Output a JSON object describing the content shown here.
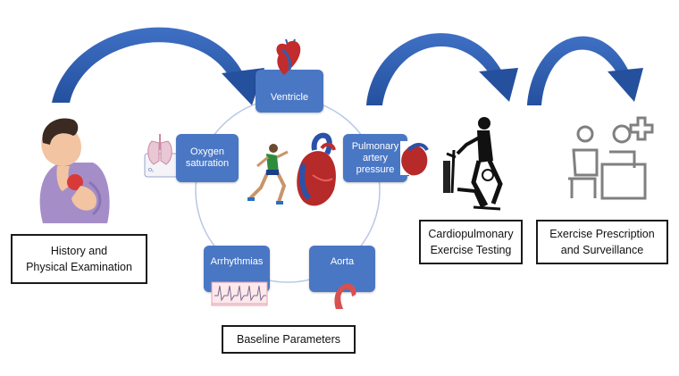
{
  "nodes": {
    "ventricle": "Ventricle",
    "oxygen_1": "Oxygen",
    "oxygen_2": "saturation",
    "pulmonary_1": "Pulmonary",
    "pulmonary_2": "artery",
    "pulmonary_3": "pressure",
    "arrhythmias": "Arrhythmias",
    "aorta": "Aorta"
  },
  "boxes": {
    "history_1": "History and",
    "history_2": "Physical Examination",
    "baseline": "Baseline Parameters",
    "cpet_1": "Cardiopulmonary",
    "cpet_2": "Exercise Testing",
    "rx_1": "Exercise Prescription",
    "rx_2": "and Surveillance"
  },
  "icons": [
    "patient-chest-pain-icon",
    "heart-icon",
    "lungs-icon",
    "runner-icon",
    "ecg-strip-icon",
    "aorta-icon",
    "cyclist-ergometer-icon",
    "doctor-consultation-icon",
    "medical-cross-icon"
  ],
  "colors": {
    "arrow": "#2f5fb0",
    "node": "#4a77c4",
    "circle": "#b9c9e6"
  }
}
